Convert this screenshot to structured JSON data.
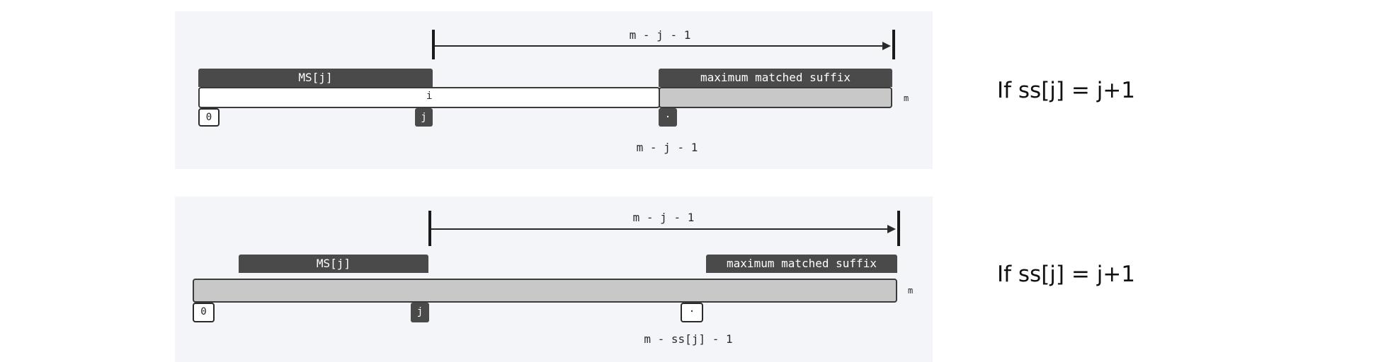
{
  "diagrams": [
    {
      "span_label": "m - j - 1",
      "ms_label": "MS[j]",
      "suffix_label": "maximum matched suffix",
      "inner_label": "i",
      "end_label": "m",
      "index_zero": "0",
      "index_j": "j",
      "index_dot": "·",
      "below_label": "m - j - 1",
      "condition": "If ss[j] = j+1"
    },
    {
      "span_label": "m - j - 1",
      "ms_label": "MS[j]",
      "suffix_label": "maximum matched suffix",
      "end_label": "m",
      "index_zero": "0",
      "index_j": "j",
      "index_dot": "·",
      "below_label": "m - ss[j] - 1",
      "condition": "If ss[j] = j+1"
    }
  ]
}
